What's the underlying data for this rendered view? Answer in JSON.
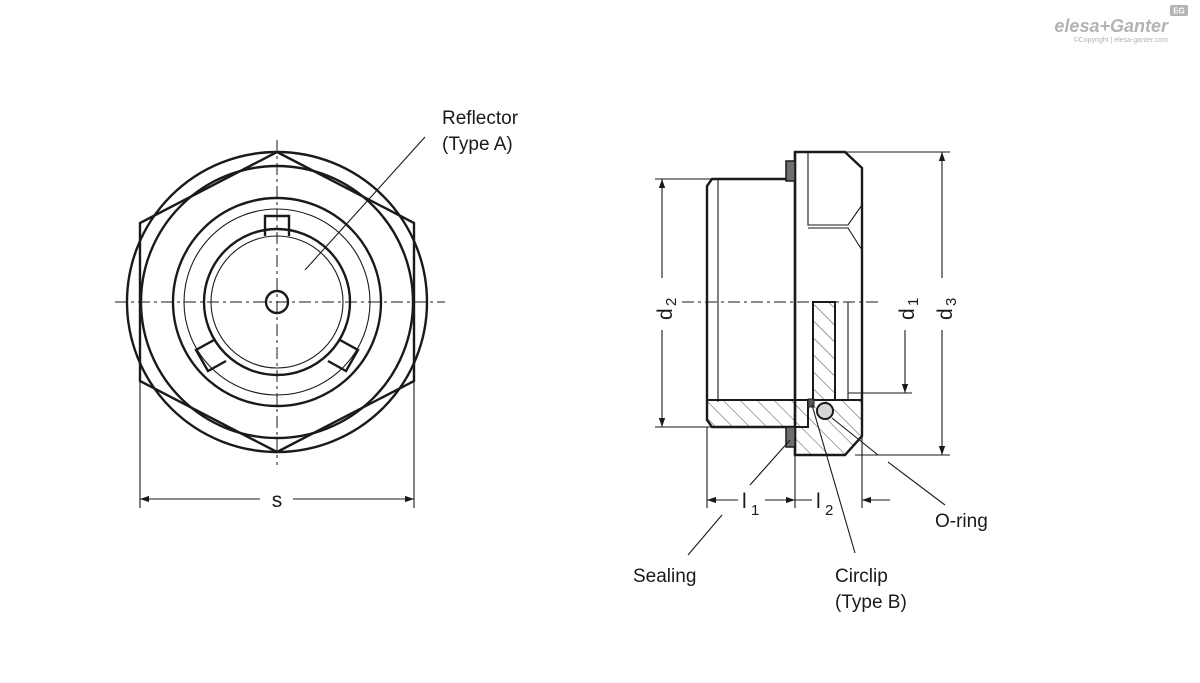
{
  "logo": {
    "brand": "elesa+Ganter",
    "copyright": "©Copyright | elesa-ganter.com",
    "badge": "EG"
  },
  "callouts": {
    "reflector_line1": "Reflector",
    "reflector_line2": "(Type A)",
    "sealing": "Sealing",
    "o_ring": "O-ring",
    "circlip_line1": "Circlip",
    "circlip_line2": "(Type B)"
  },
  "dimensions": {
    "s": "s",
    "d1": {
      "letter": "d",
      "index": "1"
    },
    "d2": {
      "letter": "d",
      "index": "2"
    },
    "d3": {
      "letter": "d",
      "index": "3"
    },
    "l1": {
      "letter": "l",
      "index": "1"
    },
    "l2": {
      "letter": "l",
      "index": "2"
    }
  }
}
